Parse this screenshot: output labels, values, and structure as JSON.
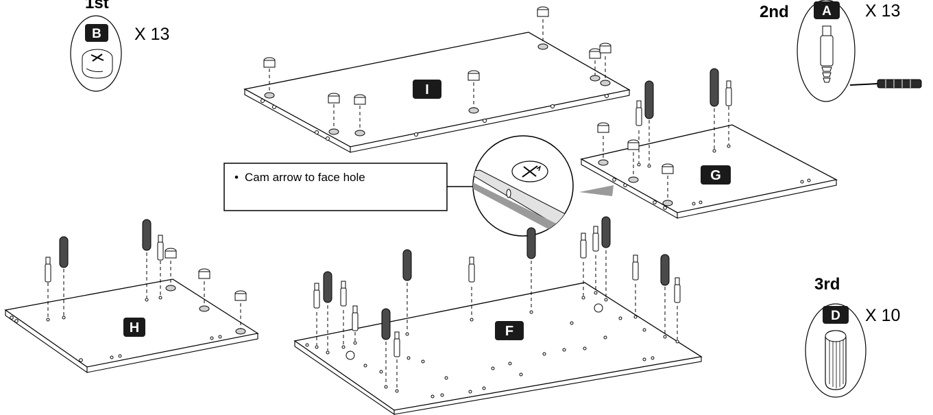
{
  "steps": [
    {
      "order": "1st",
      "part": "B",
      "quantity": "X 13"
    },
    {
      "order": "2nd",
      "part": "A",
      "quantity": "X 13"
    },
    {
      "order": "3rd",
      "part": "D",
      "quantity": "X 10"
    }
  ],
  "panels": {
    "I": "I",
    "G": "G",
    "H": "H",
    "F": "F"
  },
  "note": {
    "bullet": "•",
    "text": "Cam arrow to face hole"
  },
  "colors": {
    "badge": "#1a1a1a",
    "cam_hole": "#d0d0d0",
    "dowel": "#4a4a4a"
  }
}
